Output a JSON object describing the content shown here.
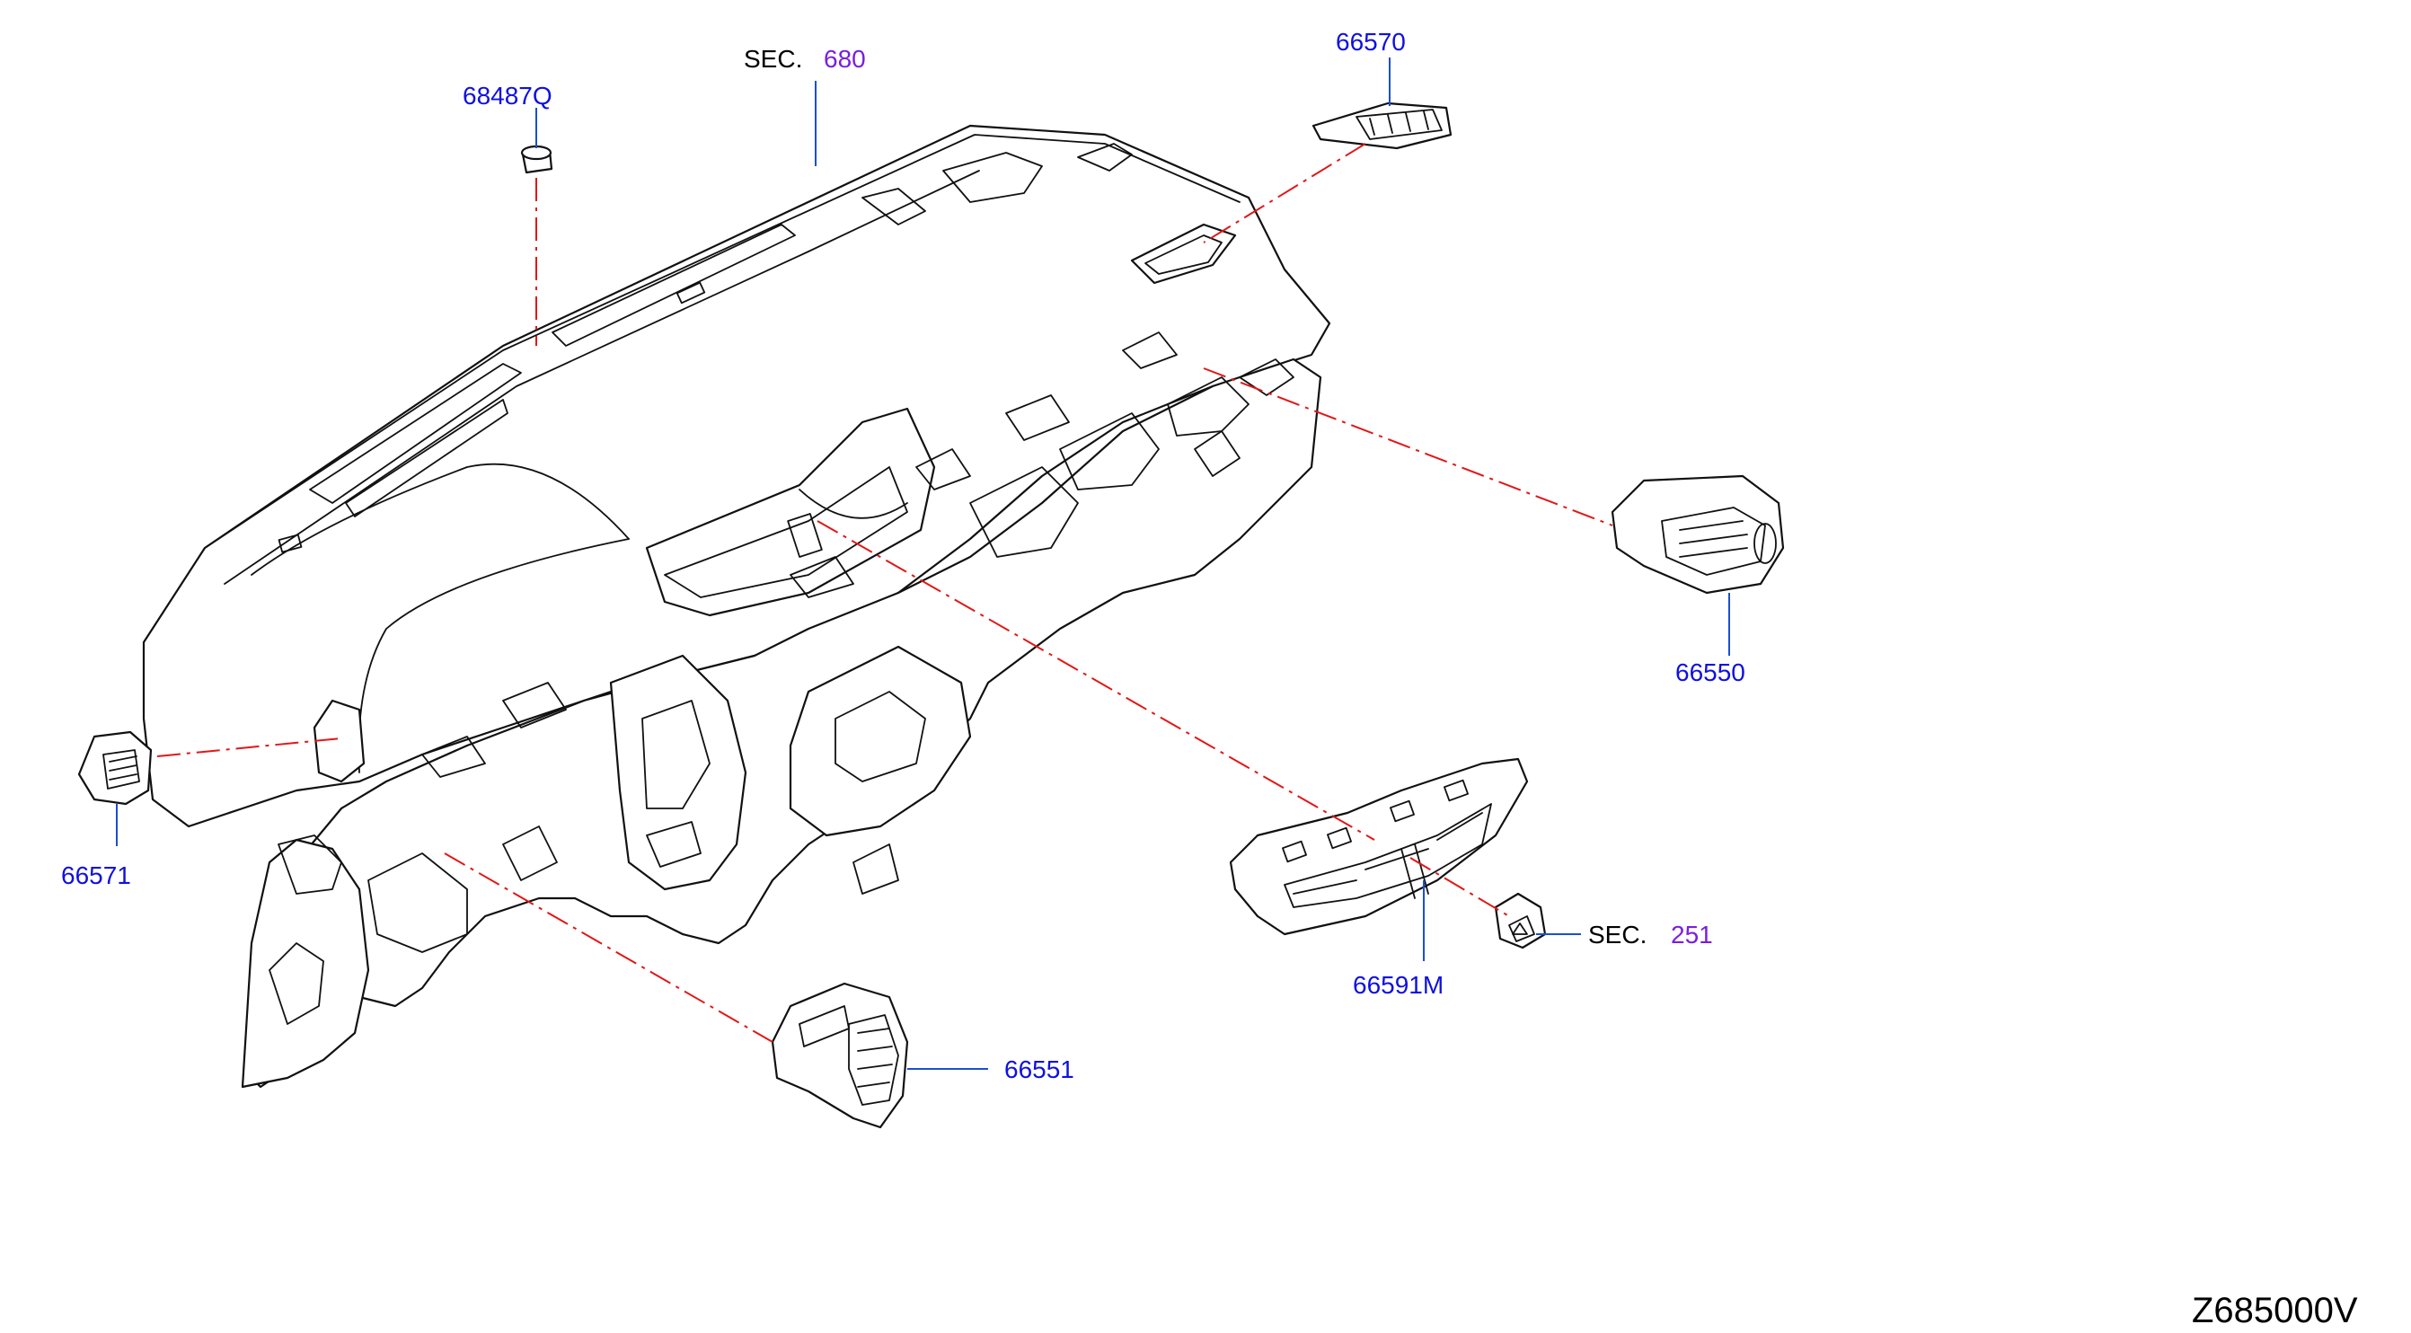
{
  "section_ref_top": {
    "prefix": "SEC.",
    "number": "680"
  },
  "section_ref_right": {
    "prefix": "SEC.",
    "number": "251"
  },
  "parts": {
    "clip": "68487Q",
    "defroster_grille": "66570",
    "side_vent_right": "66550",
    "side_vent_left_small": "66571",
    "center_vent": "66591M",
    "side_vent_left": "66551"
  },
  "diagram_code": "Z685000V",
  "colors": {
    "part_label": "#1010e0",
    "section_number": "#7a1ee0",
    "dash_chain": "#e01818",
    "leader_line": "#1a4fd0",
    "outline": "#111111"
  }
}
